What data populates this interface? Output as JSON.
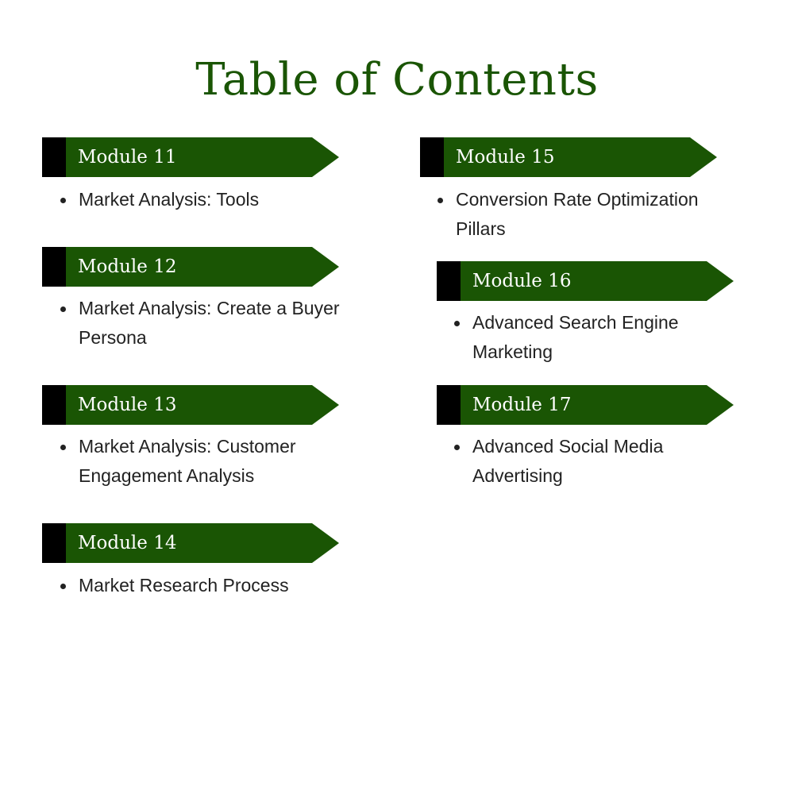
{
  "title": "Table of Contents",
  "modules": [
    {
      "label": "Module 11",
      "item": "Market Analysis: Tools"
    },
    {
      "label": "Module 12",
      "item": "Market Analysis: Create a Buyer Persona"
    },
    {
      "label": "Module 13",
      "item": "Market Analysis: Customer Engagement Analysis"
    },
    {
      "label": "Module 14",
      "item": "Market Research Process"
    },
    {
      "label": "Module 15",
      "item": "Conversion Rate Optimization Pillars"
    },
    {
      "label": "Module 16",
      "item": "Advanced Search Engine Marketing"
    },
    {
      "label": "Module 17",
      "item": "Advanced Social Media Advertising"
    }
  ],
  "colors": {
    "accent": "#1a5504",
    "marker": "#000000"
  }
}
